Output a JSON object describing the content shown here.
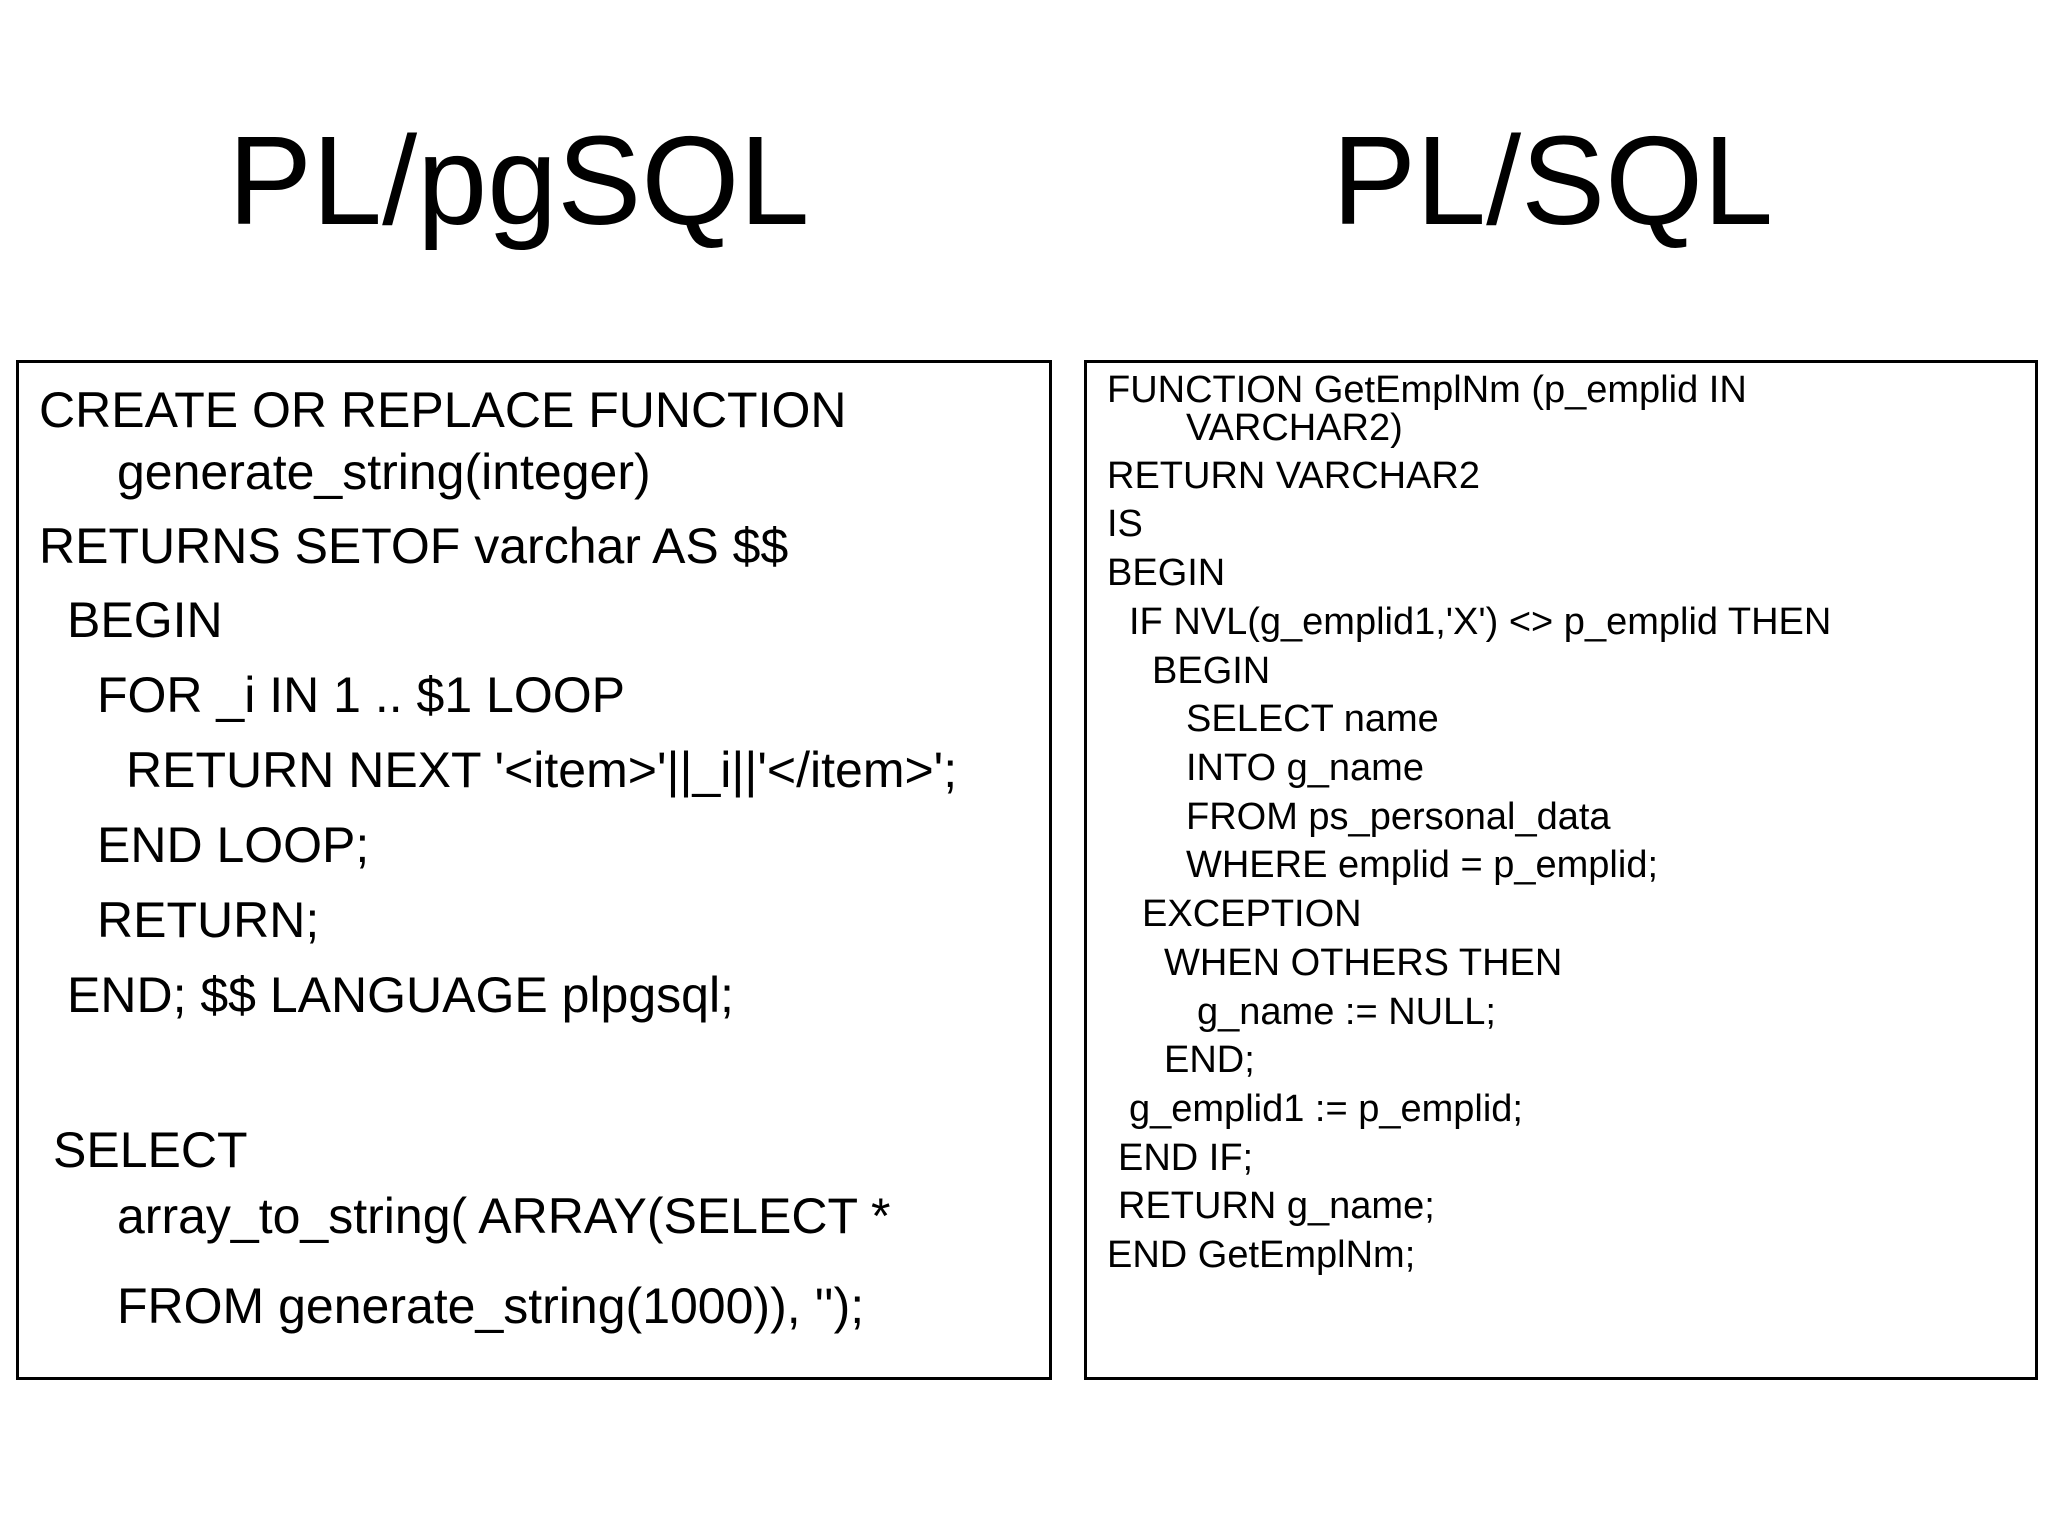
{
  "titles": {
    "left": "PL/pgSQL",
    "right": "PL/SQL"
  },
  "plpgsql_code": [
    "CREATE OR REPLACE FUNCTION",
    "generate_string(integer)",
    "RETURNS SETOF varchar AS $$",
    "BEGIN",
    "FOR _i IN 1 .. $1 LOOP",
    "RETURN NEXT '<item>'||_i||'</item>';",
    "END LOOP;",
    "RETURN;",
    "END; $$ LANGUAGE plpgsql;",
    "SELECT",
    "array_to_string( ARRAY(SELECT *",
    "FROM generate_string(1000)), '');"
  ],
  "plsql_code": [
    "FUNCTION GetEmplNm (p_emplid IN",
    "VARCHAR2)",
    "RETURN VARCHAR2",
    "IS",
    "BEGIN",
    "IF NVL(g_emplid1,'X') <> p_emplid THEN",
    "BEGIN",
    "SELECT name",
    "INTO g_name",
    "FROM ps_personal_data",
    "WHERE emplid = p_emplid;",
    "EXCEPTION",
    "WHEN OTHERS THEN",
    "g_name := NULL;",
    "END;",
    "g_emplid1 := p_emplid;",
    "END IF;",
    "RETURN g_name;",
    "END GetEmplNm;"
  ]
}
